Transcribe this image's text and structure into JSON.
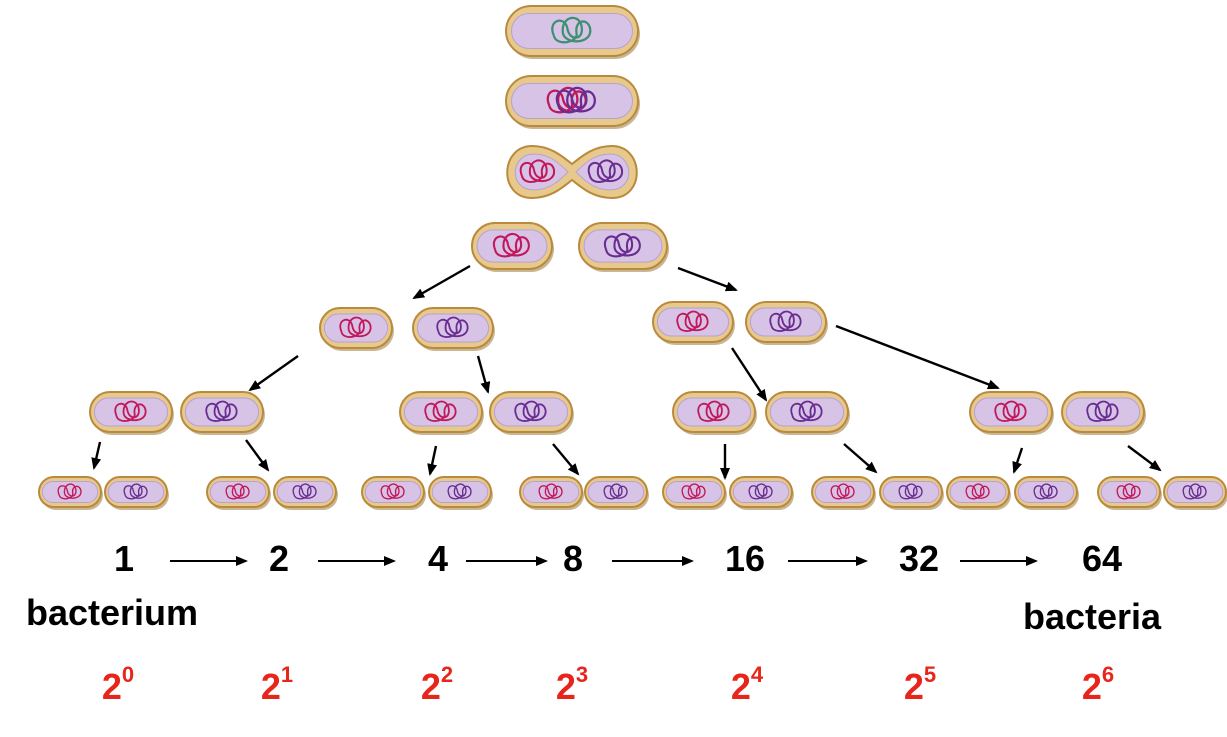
{
  "colors": {
    "membrane_outer": "#b98a3e",
    "membrane_wall": "#e8c98c",
    "cytoplasm": "#d6c3e6",
    "dna_parent": "#3f8f72",
    "dna_red": "#c2185b",
    "dna_purple": "#6a2c91",
    "arrow": "#000000",
    "exponent_red": "#e8251b"
  },
  "icons": {
    "cell": "bacterium-cell-icon",
    "dna": "dna-loop-icon",
    "arrow": "arrow-right-icon"
  },
  "counts": [
    "1",
    "2",
    "4",
    "8",
    "16",
    "32",
    "64"
  ],
  "start_label": "bacterium",
  "end_label": "bacteria",
  "powers": [
    {
      "base": "2",
      "exp": "0"
    },
    {
      "base": "2",
      "exp": "1"
    },
    {
      "base": "2",
      "exp": "2"
    },
    {
      "base": "2",
      "exp": "3"
    },
    {
      "base": "2",
      "exp": "4"
    },
    {
      "base": "2",
      "exp": "5"
    },
    {
      "base": "2",
      "exp": "6"
    }
  ]
}
